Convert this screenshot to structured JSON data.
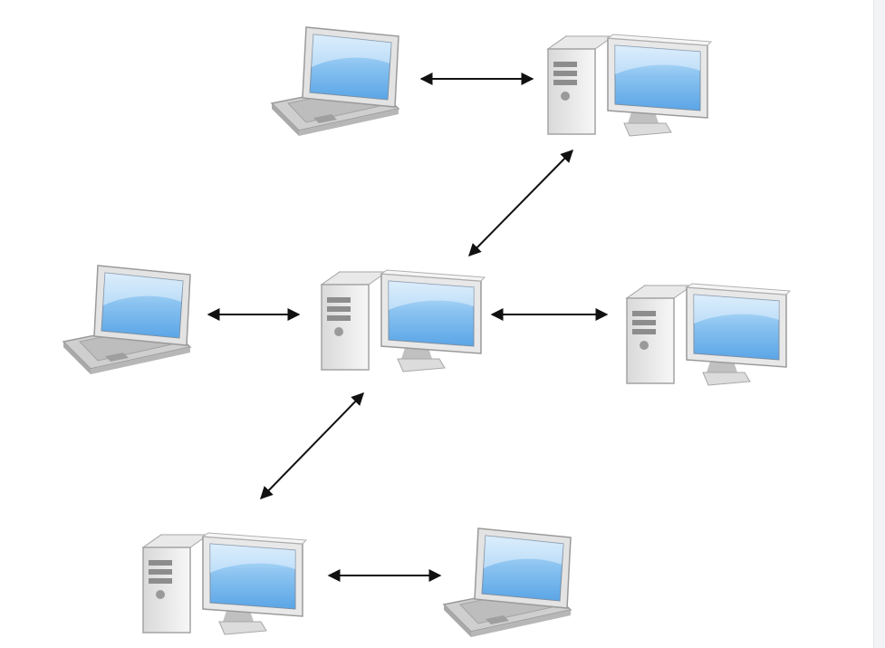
{
  "diagram": {
    "kind": "distributed network",
    "nodes": [
      {
        "id": "laptop-top",
        "device": "laptop"
      },
      {
        "id": "desktop-top",
        "device": "desktop"
      },
      {
        "id": "laptop-left",
        "device": "laptop"
      },
      {
        "id": "desktop-center",
        "device": "desktop"
      },
      {
        "id": "desktop-right",
        "device": "desktop"
      },
      {
        "id": "desktop-bottom",
        "device": "desktop"
      },
      {
        "id": "laptop-bottom",
        "device": "laptop"
      }
    ],
    "edges": [
      {
        "from": "laptop-top",
        "to": "desktop-top",
        "direction": "both"
      },
      {
        "from": "desktop-top",
        "to": "desktop-center",
        "direction": "both"
      },
      {
        "from": "laptop-left",
        "to": "desktop-center",
        "direction": "both"
      },
      {
        "from": "desktop-center",
        "to": "desktop-right",
        "direction": "both"
      },
      {
        "from": "desktop-center",
        "to": "desktop-bottom",
        "direction": "both"
      },
      {
        "from": "desktop-bottom",
        "to": "laptop-bottom",
        "direction": "both"
      }
    ]
  },
  "colors": {
    "screen": "#6fb2ec",
    "screen_light": "#d6ecfc",
    "case": "#eeeeee",
    "case_shade": "#c9c9c9",
    "arrow": "#111111"
  }
}
